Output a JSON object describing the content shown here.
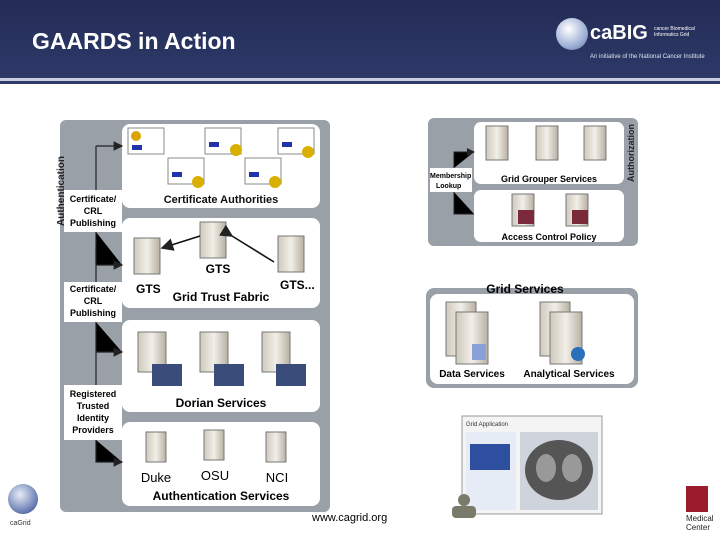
{
  "header": {
    "title": "GAARDS in Action",
    "logo_brand": "caBIG",
    "logo_small": "cancer Biomedical Informatics Grid",
    "logo_tagline": "An initiative of the National Cancer Institute"
  },
  "left_panel": {
    "side_label": "Authentication",
    "cert_authorities": "Certificate Authorities",
    "cert_crl_1": [
      "Certificate/",
      "CRL",
      "Publishing"
    ],
    "gts_top": "GTS",
    "gts_left": "GTS",
    "gts_right": "GTS...",
    "grid_trust_fabric": "Grid Trust Fabric",
    "cert_crl_2": [
      "Certificate/",
      "CRL",
      "Publishing"
    ],
    "dorian": "Dorian Services",
    "registered_idp": [
      "Registered",
      "Trusted",
      "Identity",
      "Providers"
    ],
    "duke": "Duke",
    "osu": "OSU",
    "nci": "NCI",
    "auth_services": "Authentication Services"
  },
  "authz_panel": {
    "side_label": "Authorization",
    "membership": [
      "Membership",
      "Lookup"
    ],
    "grouper": "Grid Grouper Services",
    "access_control": "Access Control Policy"
  },
  "grid_services": {
    "title": "Grid Services",
    "data": "Data Services",
    "analytical": "Analytical Services"
  },
  "app": {
    "window_title": "Grid Application"
  },
  "footer": {
    "url": "www.cagrid.org",
    "cagrid_label": "caGrid",
    "osu_label": [
      "Medical",
      "Center"
    ]
  }
}
